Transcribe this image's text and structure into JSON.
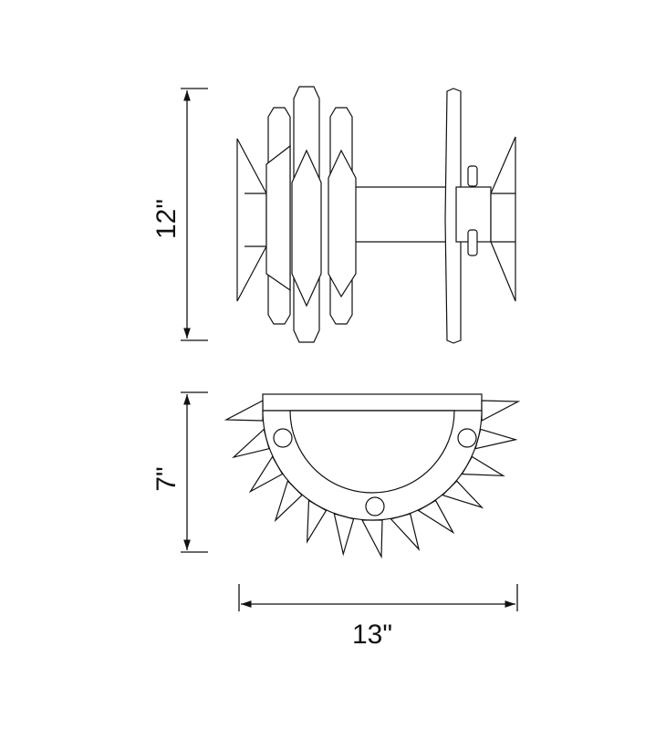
{
  "dimensions": {
    "height": "12\"",
    "depth": "7\"",
    "width": "13\""
  }
}
